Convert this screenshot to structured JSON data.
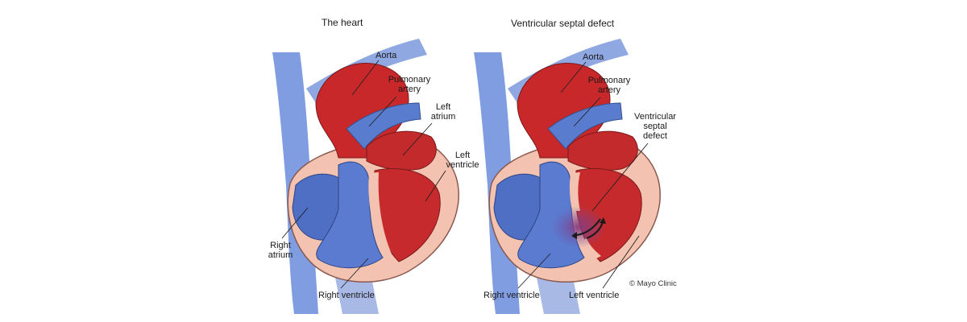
{
  "panels": [
    {
      "title": "The heart",
      "labels": {
        "aorta": "Aorta",
        "pulmonary_artery": [
          "Pulmonary",
          "artery"
        ],
        "left_atrium": [
          "Left",
          "atrium"
        ],
        "left_ventricle": [
          "Left",
          "ventricle"
        ],
        "right_atrium": [
          "Right",
          "atrium"
        ],
        "right_ventricle": "Right ventricle"
      }
    },
    {
      "title": "Ventricular septal defect",
      "labels": {
        "aorta": "Aorta",
        "pulmonary_artery": [
          "Pulmonary",
          "artery"
        ],
        "vsd": [
          "Ventricular",
          "septal",
          "defect"
        ],
        "right_ventricle": "Right ventricle",
        "left_ventricle": "Left ventricle"
      }
    }
  ],
  "credit": "© Mayo Clinic",
  "colors": {
    "oxygen_rich": "#c8282a",
    "oxygen_poor": "#4f6fc4",
    "vessel_blue": "#6f8fd8",
    "heart_wall": "#f3c2b0",
    "wall_outline": "#8a5a50"
  }
}
